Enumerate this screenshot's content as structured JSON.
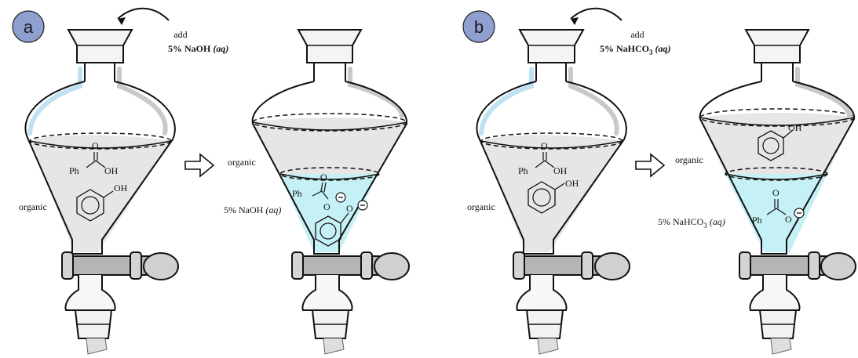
{
  "panels": [
    {
      "id": "a",
      "letter": "a",
      "add_word": "add",
      "reagent": "5% NaOH",
      "reagent_phase": "(aq)",
      "before": {
        "layer_label": "organic",
        "acid_label": "Ph",
        "acid_oh": "OH",
        "acid_o": "O",
        "phenol_oh": "OH"
      },
      "after": {
        "top_label": "organic",
        "bottom_label": "5% NaOH",
        "bottom_phase": "(aq)",
        "acid_label": "Ph",
        "acid_o": "O",
        "ion_o": "O",
        "phenoxide_o": "O"
      }
    },
    {
      "id": "b",
      "letter": "b",
      "add_word": "add",
      "reagent_main": "5% NaHCO",
      "reagent_sub": "3",
      "reagent_phase": "(aq)",
      "before": {
        "layer_label": "organic",
        "acid_label": "Ph",
        "acid_oh": "OH",
        "acid_o": "O",
        "phenol_oh": "OH"
      },
      "after": {
        "top_label": "organic",
        "bottom_label_main": "5% NaHCO",
        "bottom_label_sub": "3",
        "bottom_phase": "(aq)",
        "phenol_oh": "OH",
        "acid_label": "Ph",
        "acid_o": "O",
        "ion_o": "O"
      }
    }
  ],
  "colors": {
    "badge": "#8f9fcf",
    "liquid_gray": "#e6e6e6",
    "aqueous": "#c5f0f6",
    "glass_blue": "#bfe2f2",
    "glass_gray": "#c9c9c9",
    "stopcock": "#9a9a9a"
  }
}
